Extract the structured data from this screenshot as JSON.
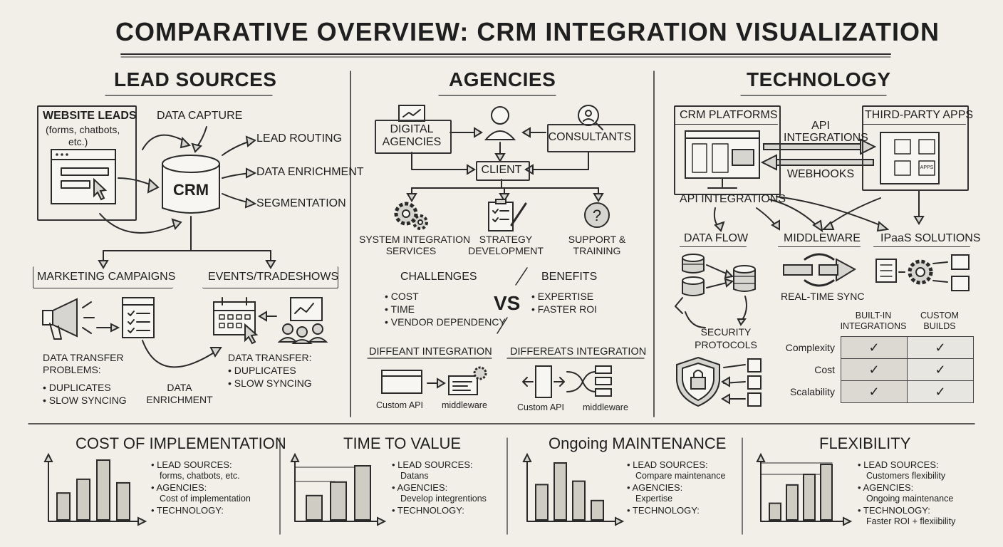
{
  "title": "COMPARATIVE OVERVIEW: CRM INTEGRATION VISUALIZATION",
  "lead_sources": {
    "heading": "LEAD SOURCES",
    "website_leads": "WEBSITE LEADS",
    "website_leads_sub1": "(forms, chatbots,",
    "website_leads_sub2": "etc.)",
    "data_capture": "DATA CAPTURE",
    "crm": "CRM",
    "lead_routing": "LEAD ROUTING",
    "data_enrichment": "DATA ENRICHMENT",
    "segmentation": "SEGMENTATION",
    "marketing_campaigns": "MARKETING CAMPAIGNS",
    "events_tradeshows": "EVENTS/TRADESHOWS",
    "problems_title1": "DATA TRANSFER",
    "problems_title2": "PROBLEMS:",
    "problems": [
      "• DUPLICATES",
      "• SLOW SYNCING"
    ],
    "enrich_label1": "DATA",
    "enrich_label2": "ENRICHMENT",
    "transfer_title": "DATA TRANSFER:",
    "transfer": [
      "• DUPLICATES",
      "• SLOW SYNCING"
    ]
  },
  "agencies": {
    "heading": "AGENCIES",
    "digital_agencies1": "DIGITAL",
    "digital_agencies2": "AGENCIES",
    "consultants": "CONSULTANTS",
    "client": "CLIENT",
    "services": [
      {
        "line1": "SYSTEM INTEGRATION",
        "line2": "SERVICES"
      },
      {
        "line1": "STRATEGY",
        "line2": "DEVELOPMENT"
      },
      {
        "line1": "SUPPORT &",
        "line2": "TRAINING"
      }
    ],
    "challenges_title": "CHALLENGES",
    "challenges": [
      "• COST",
      "• TIME",
      "• VENDOR DEPENDENCY"
    ],
    "vs": "VS",
    "benefits_title": "BENEFITS",
    "benefits": [
      "• EXPERTISE",
      "• FASTER ROI"
    ],
    "integration_left": "DIFFEANT INTEGRATION",
    "integration_right": "DIFFEREATS INTEGRATION",
    "custom_api_1": "Custom API",
    "middleware_1": "middleware",
    "custom_api_2": "Custom API",
    "middleware_2": "middleware"
  },
  "technology": {
    "heading": "TECHNOLOGY",
    "crm_platforms": "CRM PLATFORMS",
    "third_party_apps": "THIRD-PARTY APPS",
    "api_integrations_top1": "API",
    "api_integrations_top2": "INTEGRATIONS",
    "webhooks": "WEBHOOKS",
    "apps_tile": "APPS",
    "api_integrations": "API INTEGRATIONS",
    "data_flow": "DATA FLOW",
    "middleware": "MIDDLEWARE",
    "ipaas": "IPaaS SOLUTIONS",
    "real_time_sync": "REAL-TIME SYNC",
    "security1": "SECURITY",
    "security2": "PROTOCOLS",
    "table": {
      "col1_line1": "BUILT-IN",
      "col1_line2": "INTEGRATIONS",
      "col2_line1": "CUSTOM",
      "col2_line2": "BUILDS",
      "rows": [
        {
          "label": "Complexity",
          "c1": "✓",
          "c2": "✓"
        },
        {
          "label": "Cost",
          "c1": "✓",
          "c2": "✓"
        },
        {
          "label": "Scalability",
          "c1": "✓",
          "c2": "✓"
        }
      ]
    }
  },
  "bottom": [
    {
      "title": "COST OF IMPLEMENTATION",
      "bars": [
        0.45,
        0.68,
        1.0,
        0.62
      ],
      "items": [
        {
          "head": "• LEAD SOURCES:",
          "sub": "forms, chatbots, etc."
        },
        {
          "head": "• AGENCIES:",
          "sub": "Cost of implementation"
        },
        {
          "head": "• TECHNOLOGY:",
          "sub": ""
        }
      ]
    },
    {
      "title": "TIME TO VALUE",
      "bars": [
        0.45,
        0.7,
        1.0
      ],
      "items": [
        {
          "head": "• LEAD SOURCES:",
          "sub": "Datans"
        },
        {
          "head": "• AGENCIES:",
          "sub": "Develop integrentions"
        },
        {
          "head": "• TECHNOLOGY:",
          "sub": ""
        }
      ]
    },
    {
      "title": "Ongoing MAINTENANCE",
      "bars": [
        0.62,
        1.0,
        0.68,
        0.34
      ],
      "items": [
        {
          "head": "• LEAD SOURCES:",
          "sub": "Compare maintenance"
        },
        {
          "head": "• AGENCIES:",
          "sub": "Expertise"
        },
        {
          "head": "• TECHNOLOGY:",
          "sub": ""
        }
      ]
    },
    {
      "title": "FLEXIBILITY",
      "bars": [
        0.3,
        0.63,
        0.82,
        1.0
      ],
      "items": [
        {
          "head": "• LEAD SOURCES:",
          "sub": "Customers flexibility"
        },
        {
          "head": "• AGENCIES:",
          "sub": "Ongoing maintenance"
        },
        {
          "head": "• TECHNOLOGY:",
          "sub": "Faster ROI + flexiibility"
        }
      ]
    }
  ]
}
